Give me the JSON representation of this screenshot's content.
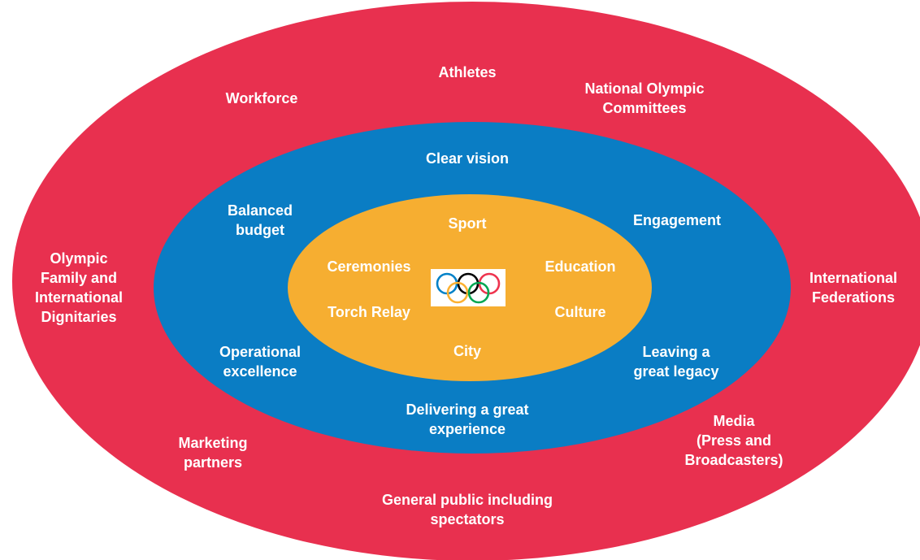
{
  "colors": {
    "outer_ring": "#e8304f",
    "middle_ring": "#0a7dc4",
    "inner_ring": "#f6ae31",
    "text": "#ffffff",
    "olympic_blue": "#0081c8",
    "olympic_black": "#000000",
    "olympic_red": "#ee334e",
    "olympic_yellow": "#fcb131",
    "olympic_green": "#00a651"
  },
  "outer_ring": {
    "items": [
      "Athletes",
      "Workforce",
      "National Olympic\nCommittees",
      "Olympic\nFamily and\nInternational\nDignitaries",
      "International\nFederations",
      "Marketing\npartners",
      "Media\n(Press and\nBroadcasters)",
      "General public including\nspectators"
    ]
  },
  "middle_ring": {
    "items": [
      "Clear vision",
      "Balanced\nbudget",
      "Engagement",
      "Operational\nexcellence",
      "Leaving a\ngreat legacy",
      "Delivering a great\nexperience"
    ]
  },
  "inner_ring": {
    "items": [
      "Sport",
      "Ceremonies",
      "Education",
      "Torch Relay",
      "Culture",
      "City"
    ]
  },
  "center_icon": "olympic-rings-icon"
}
